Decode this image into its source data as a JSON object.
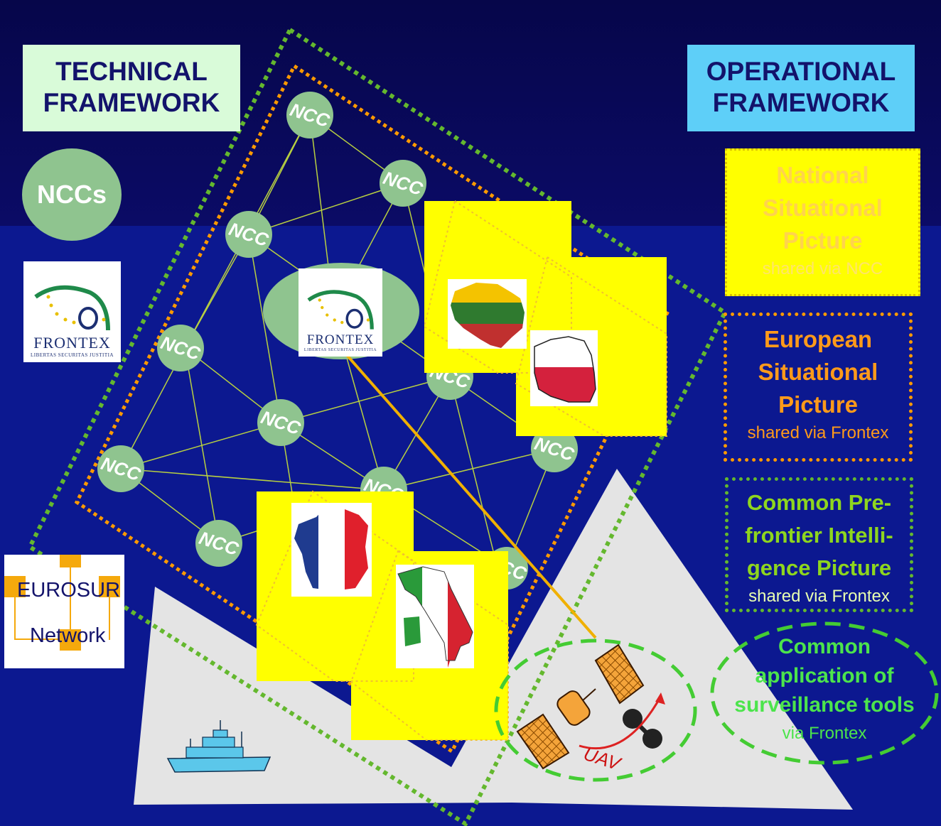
{
  "technical_framework": {
    "line1": "TECHNICAL",
    "line2": "FRAMEWORK"
  },
  "operational_framework": {
    "line1": "OPERATIONAL",
    "line2": "FRAMEWORK"
  },
  "nccs_label": "NCCs",
  "ncc_node_label": "NCC",
  "frontex_logo": {
    "word": "FRONTEX",
    "motto": "LIBERTAS SECURITAS JUSTITIA"
  },
  "legend": {
    "national": {
      "line1": "National",
      "line2": "Situational",
      "line3": "Picture",
      "sub": "shared via NCC"
    },
    "european": {
      "line1": "European",
      "line2": "Situational",
      "line3": "Picture",
      "sub": "shared via Frontex"
    },
    "common": {
      "line1": "Common Pre-",
      "line2": "frontier Intelli-",
      "line3": "gence Picture",
      "sub": "shared via Frontex"
    },
    "tools": {
      "line1": "Common",
      "line2": "application of",
      "line3": "surveillance tools",
      "sub": "via Frontex"
    }
  },
  "eurosur": {
    "line1": "EUROSUR",
    "line2": "Network"
  },
  "uav_label": "UAV",
  "colors": {
    "background": "#0a0a5a",
    "ncc_green": "#8fc48f",
    "yellow": "#ffff00",
    "orange_dotted": "#ff9a00",
    "green_dotted": "#64b82e",
    "ellipse_green": "#44cc33"
  },
  "flags": [
    "Lithuania",
    "Poland",
    "France",
    "Italy"
  ]
}
